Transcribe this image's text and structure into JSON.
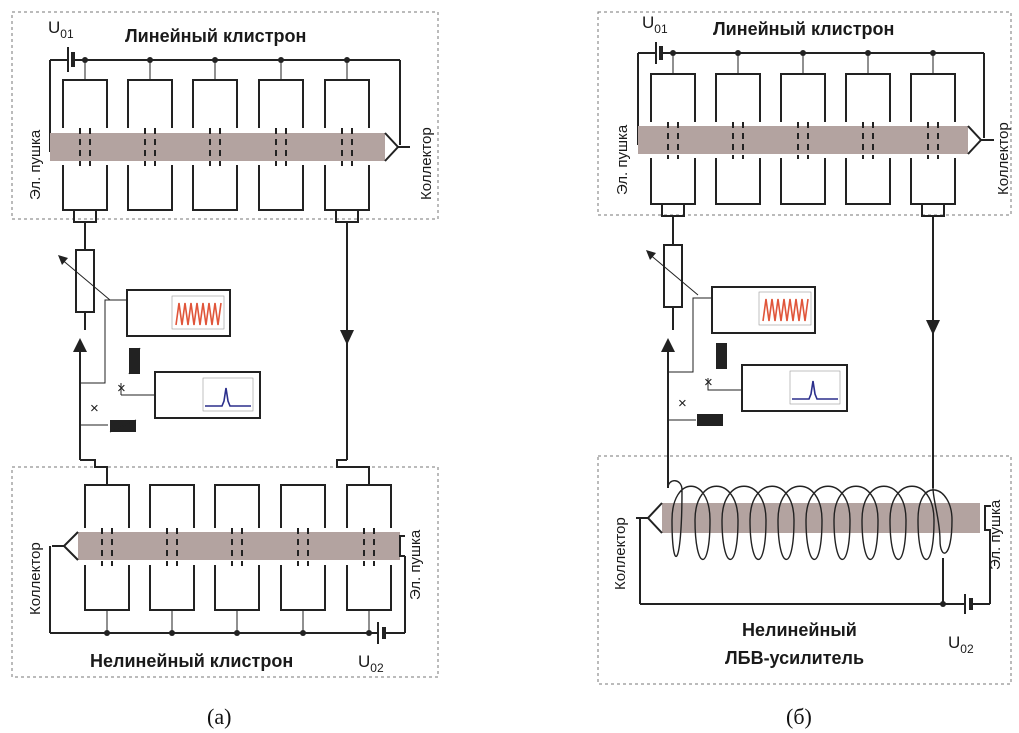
{
  "panel_a": {
    "title_top": "Линейный клистрон",
    "title_bottom": "Нелинейный клистрон",
    "u_top": "U",
    "u_top_sub": "01",
    "u_bottom": "U",
    "u_bottom_sub": "02",
    "gun_top": "Эл. пушка",
    "collector_top": "Коллектор",
    "gun_bottom": "Эл. пушка",
    "collector_bottom": "Коллектор",
    "caption": "(а)"
  },
  "panel_b": {
    "title_top": "Линейный клистрон",
    "title_bottom_line1": "Нелинейный",
    "title_bottom_line2": "ЛБВ-усилитель",
    "u_top": "U",
    "u_top_sub": "01",
    "u_bottom": "U",
    "u_bottom_sub": "02",
    "gun_top": "Эл. пушка",
    "collector_top": "Коллектор",
    "gun_bottom": "Эл. пушка",
    "collector_bottom": "Коллектор",
    "caption": "(б)"
  },
  "mixer_symbol": "×",
  "colors": {
    "beam": "#b3a3a0",
    "oscillogram": "#e0553a",
    "spectrum": "#2b2f8c"
  }
}
